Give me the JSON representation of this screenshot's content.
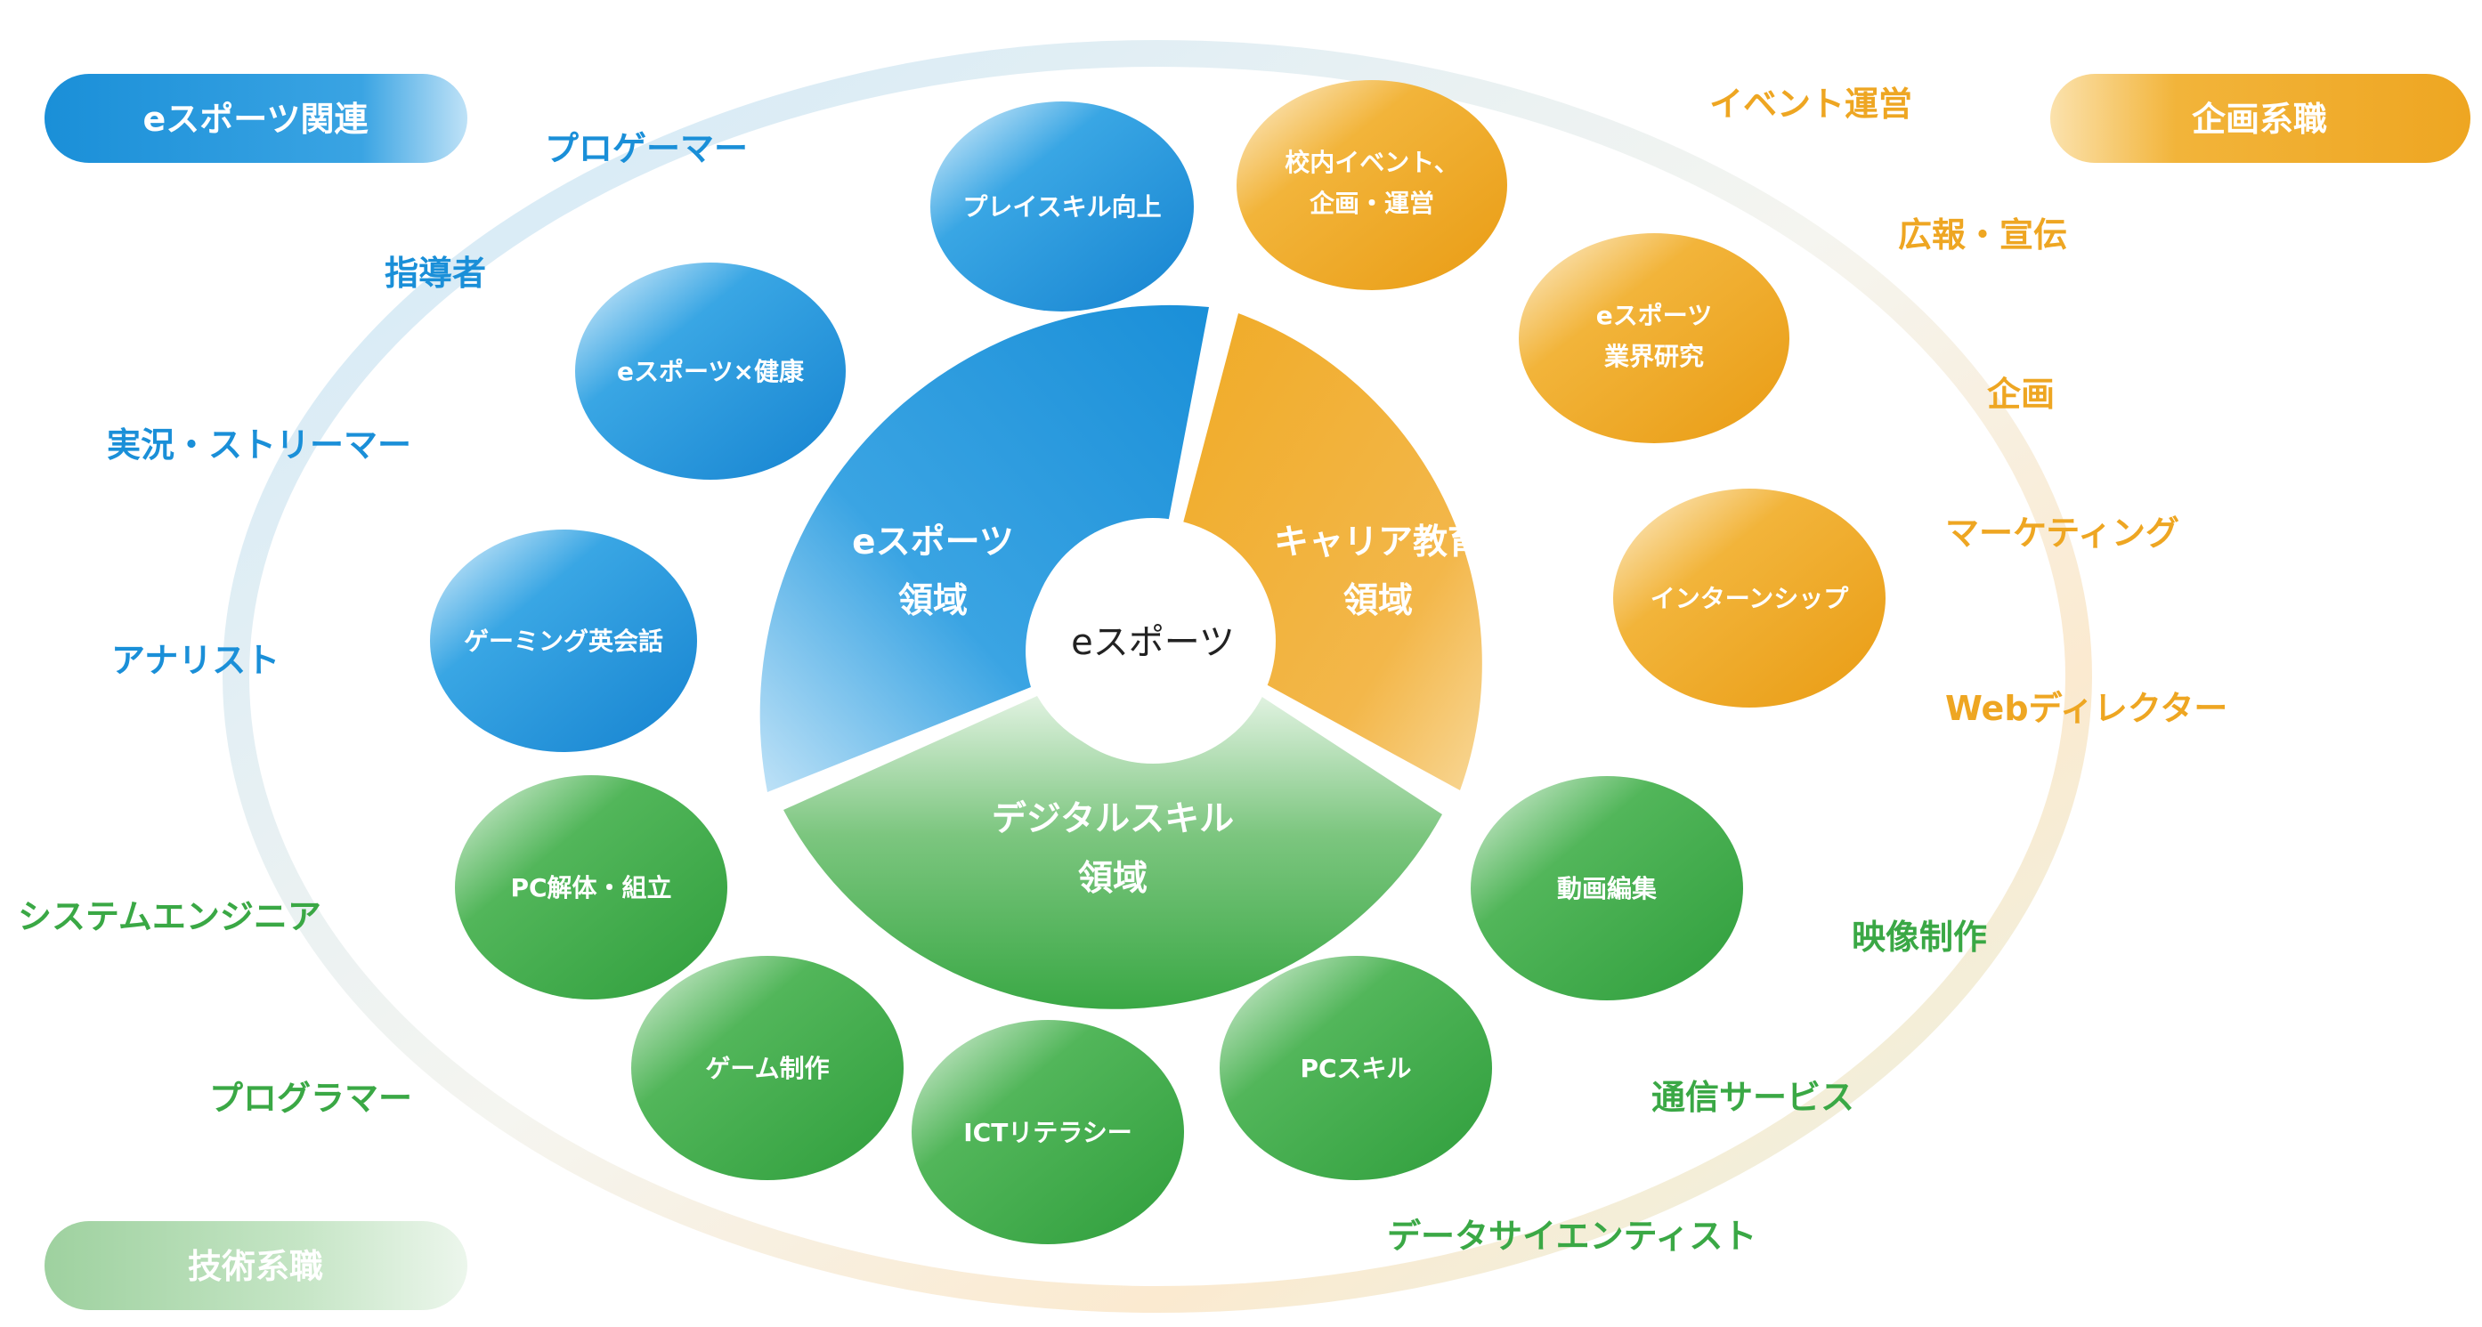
{
  "colors": {
    "blue": "#1a8fd8",
    "blue_light": "#bfe2f7",
    "orange": "#eea622",
    "orange_light": "#fbe7bd",
    "green": "#3aa845",
    "green_light": "#cfe9cf",
    "center_text": "#222222"
  },
  "legend": {
    "esports": "eスポーツ関連",
    "planning": "企画系職",
    "technical": "技術系職"
  },
  "center": {
    "label": "eスポーツ"
  },
  "domains": {
    "esports": {
      "line1": "eスポーツ",
      "line2": "領域"
    },
    "career": {
      "line1": "キャリア教育",
      "line2": "領域"
    },
    "digital": {
      "line1": "デジタルスキル",
      "line2": "領域"
    }
  },
  "skills": {
    "play_skill": "プレイスキル向上",
    "health": "eスポーツ×健康",
    "gaming_english": "ゲーミング英会話",
    "event_line1": "校内イベント、",
    "event_line2": "企画・運営",
    "industry_line1": "eスポーツ",
    "industry_line2": "業界研究",
    "internship": "インターンシップ",
    "pc_assembly": "PC解体・組立",
    "game_making": "ゲーム制作",
    "ict": "ICTリテラシー",
    "pc_skill": "PCスキル",
    "video_editing": "動画編集"
  },
  "jobs": {
    "pro_gamer": "プロゲーマー",
    "coach": "指導者",
    "streamer": "実況・ストリーマー",
    "analyst": "アナリスト",
    "event_ops": "イベント運営",
    "pr": "広報・宣伝",
    "planning": "企画",
    "marketing": "マーケティング",
    "web_director": "Webディレクター",
    "system_engineer": "システムエンジニア",
    "programmer": "プログラマー",
    "video_production": "映像制作",
    "telecom": "通信サービス",
    "data_scientist": "データサイエンティスト"
  }
}
